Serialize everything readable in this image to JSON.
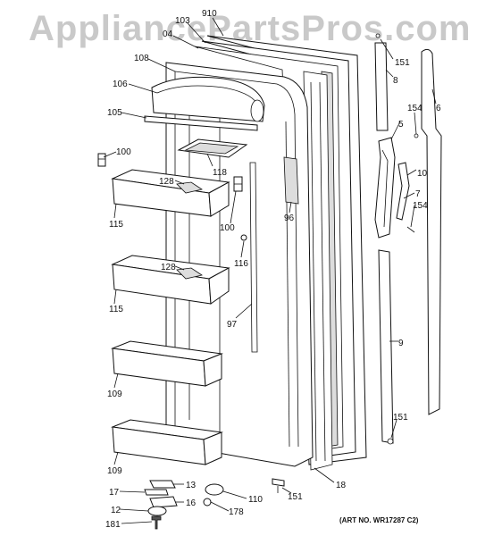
{
  "watermark": "AppliancePartsPros.com",
  "art_number": "(ART NO. WR17287 C2)",
  "labels": [
    {
      "id": "910",
      "text": "910"
    },
    {
      "id": "103",
      "text": "103"
    },
    {
      "id": "104",
      "text": "04"
    },
    {
      "id": "108",
      "text": "108"
    },
    {
      "id": "106",
      "text": "106"
    },
    {
      "id": "105",
      "text": "105"
    },
    {
      "id": "100a",
      "text": "100"
    },
    {
      "id": "118",
      "text": "118"
    },
    {
      "id": "128a",
      "text": "128"
    },
    {
      "id": "115a",
      "text": "115"
    },
    {
      "id": "100b",
      "text": "100"
    },
    {
      "id": "96",
      "text": "96"
    },
    {
      "id": "116",
      "text": "116"
    },
    {
      "id": "128b",
      "text": "128"
    },
    {
      "id": "115b",
      "text": "115"
    },
    {
      "id": "97",
      "text": "97"
    },
    {
      "id": "109a",
      "text": "109"
    },
    {
      "id": "109b",
      "text": "109"
    },
    {
      "id": "151a",
      "text": "151"
    },
    {
      "id": "8",
      "text": "8"
    },
    {
      "id": "6",
      "text": "6"
    },
    {
      "id": "154a",
      "text": "154"
    },
    {
      "id": "5",
      "text": "5"
    },
    {
      "id": "10",
      "text": "10"
    },
    {
      "id": "7",
      "text": "7"
    },
    {
      "id": "154b",
      "text": "154"
    },
    {
      "id": "9",
      "text": "9"
    },
    {
      "id": "151b",
      "text": "151"
    },
    {
      "id": "18",
      "text": "18"
    },
    {
      "id": "151c",
      "text": "151"
    },
    {
      "id": "13",
      "text": "13"
    },
    {
      "id": "17",
      "text": "17"
    },
    {
      "id": "16",
      "text": "16"
    },
    {
      "id": "110",
      "text": "110"
    },
    {
      "id": "12",
      "text": "12"
    },
    {
      "id": "178",
      "text": "178"
    },
    {
      "id": "181",
      "text": "181"
    }
  ]
}
